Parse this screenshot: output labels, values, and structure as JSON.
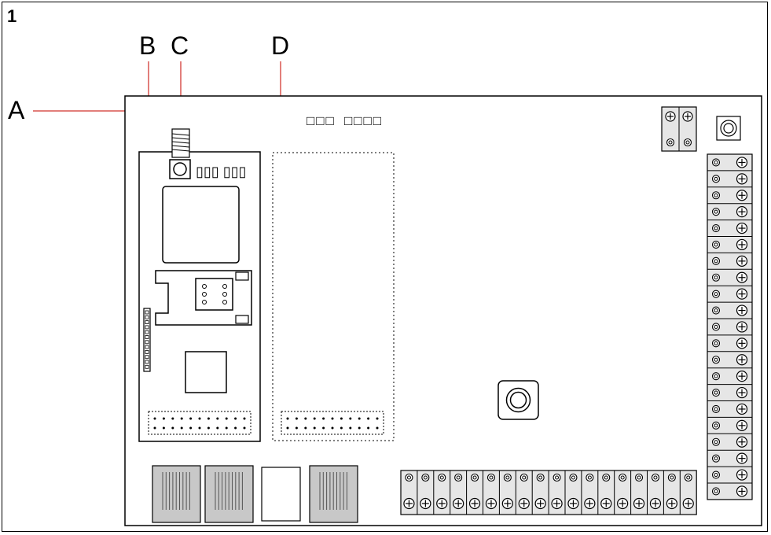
{
  "figure": {
    "number": "1"
  },
  "callouts": {
    "a": "A",
    "b": "B",
    "c": "C",
    "d": "D"
  },
  "board": {
    "top_label_left": "□□□",
    "top_label_right": "□□□□",
    "module_label": "▯▯▯ ▯▯▯"
  },
  "colors": {
    "leader_line": "#d9534f",
    "outline": "#000000",
    "connector_fill": "#c8c8c8",
    "terminal_fill": "#e6e6e6"
  },
  "counts": {
    "right_terminals": 21,
    "bottom_terminals": 18
  }
}
